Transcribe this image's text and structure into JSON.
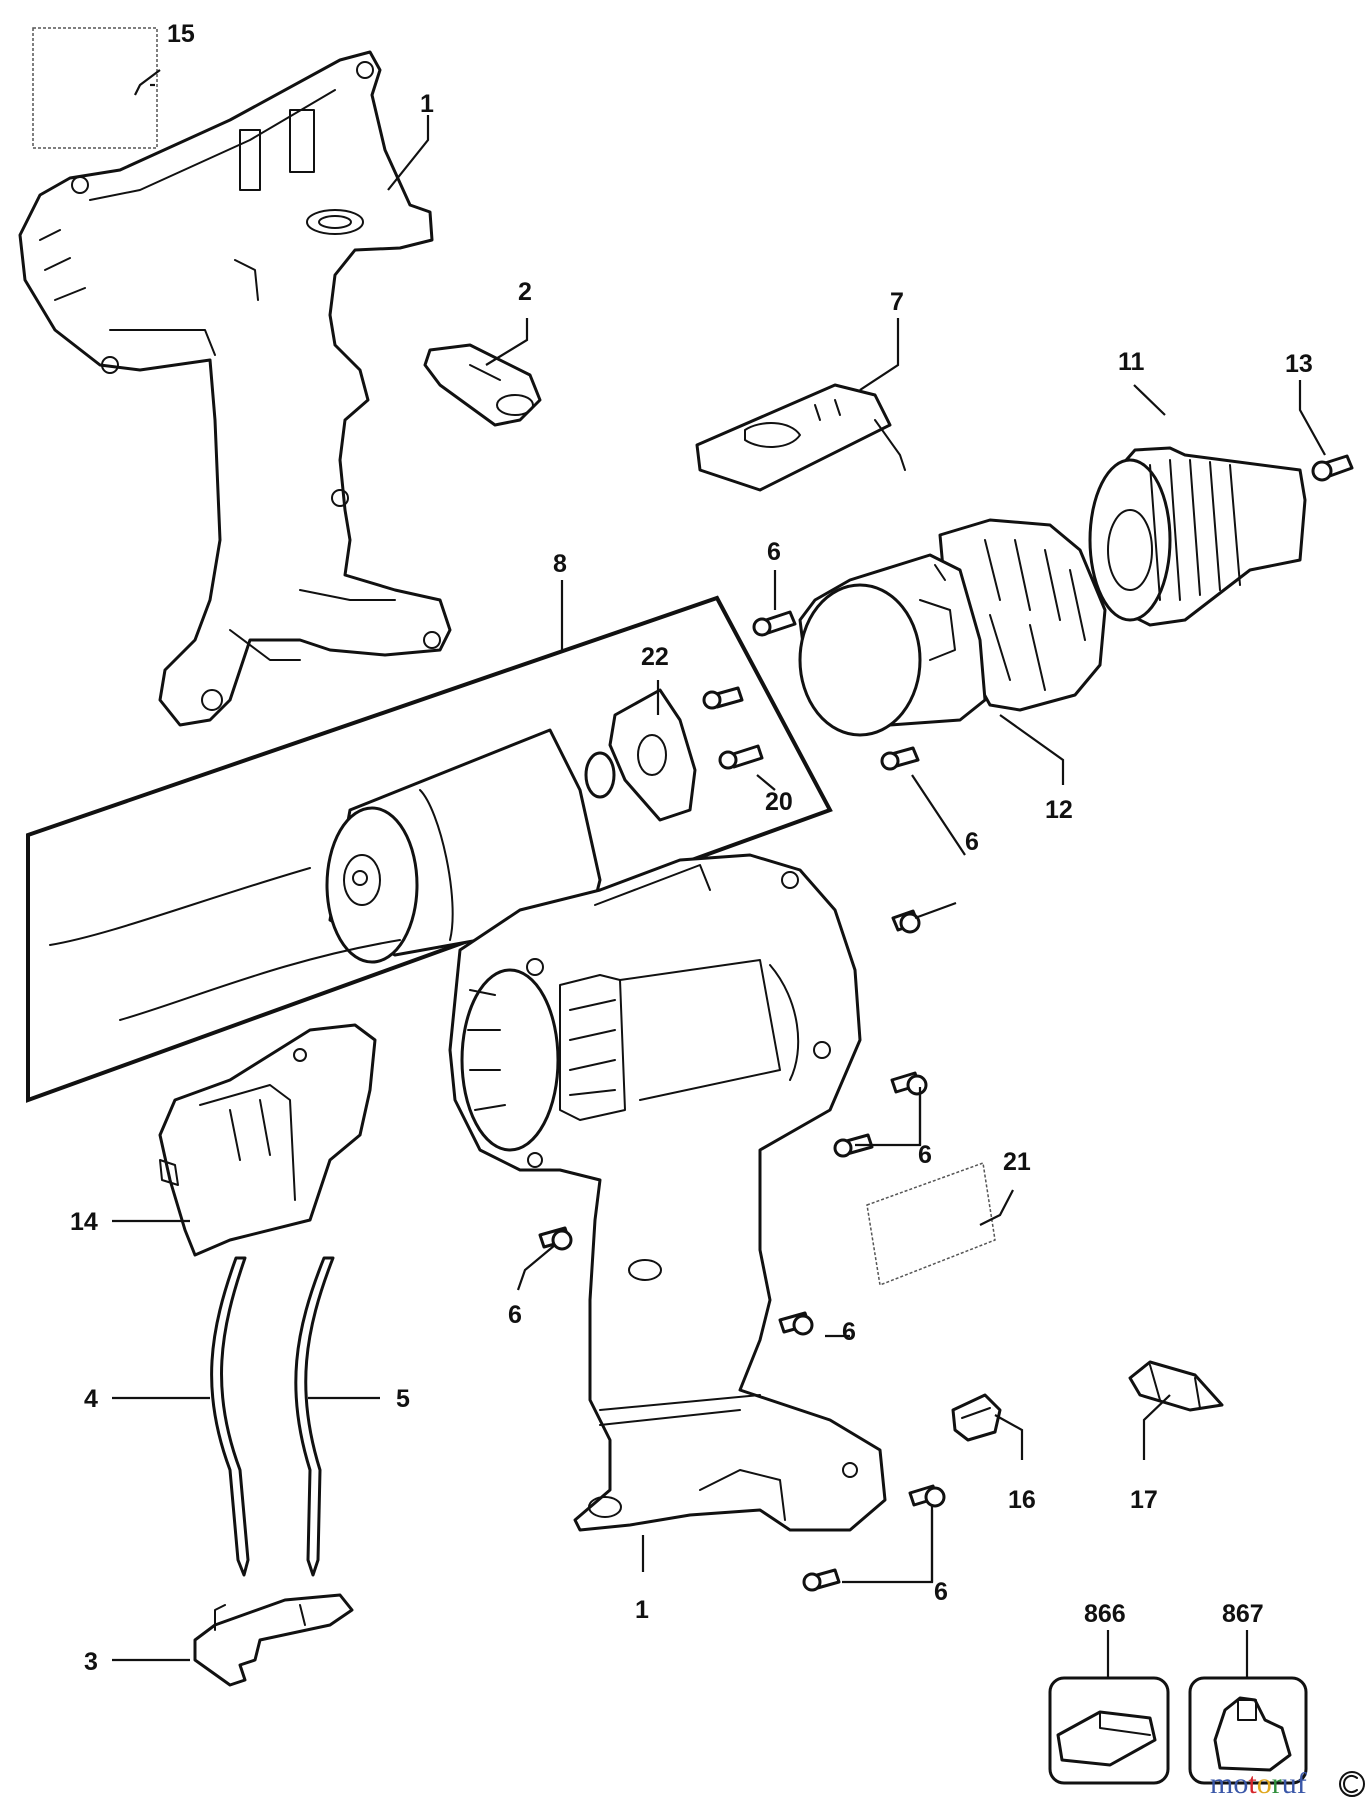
{
  "callouts": {
    "c15": "15",
    "c1_top": "1",
    "c2": "2",
    "c7": "7",
    "c11": "11",
    "c13": "13",
    "c8": "8",
    "c6_a": "6",
    "c22": "22",
    "c20": "20",
    "c12": "12",
    "c6_b": "6",
    "c6_c": "6",
    "c21": "21",
    "c14": "14",
    "c6_d": "6",
    "c6_e": "6",
    "c4": "4",
    "c5": "5",
    "c16": "16",
    "c17": "17",
    "c1_bottom": "1",
    "c6_f": "6",
    "c3": "3",
    "c866": "866",
    "c867": "867"
  },
  "watermark": {
    "letters": [
      "m",
      "o",
      "t",
      "o",
      "r",
      "u",
      "f"
    ],
    "colors": [
      "#3a57a8",
      "#3a57a8",
      "#d7262b",
      "#e0a81e",
      "#2f8f3b",
      "#3a57a8",
      "#3a57a8"
    ]
  }
}
